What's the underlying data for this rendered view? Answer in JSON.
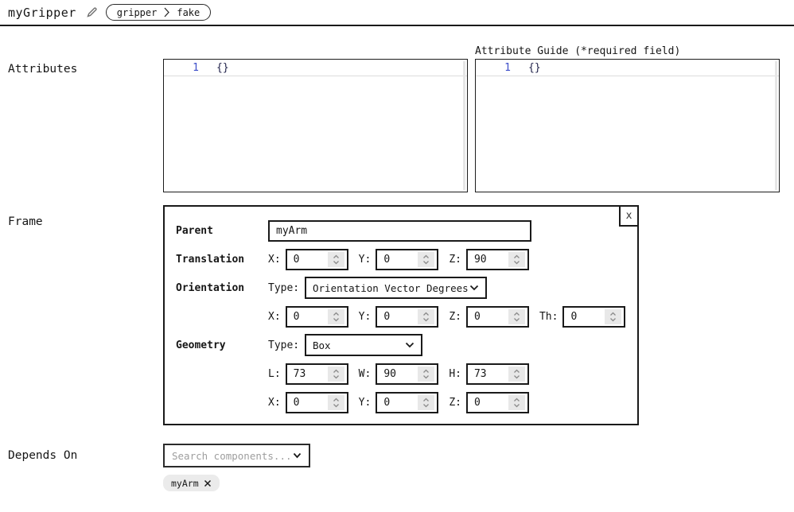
{
  "header": {
    "title": "myGripper",
    "badge_type": "gripper",
    "badge_model": "fake"
  },
  "attributes": {
    "label": "Attributes",
    "guide_label": "Attribute Guide (*required field)",
    "editor": {
      "line_number": "1",
      "content": "{}"
    },
    "guide_editor": {
      "line_number": "1",
      "content": "{}"
    }
  },
  "frame": {
    "label": "Frame",
    "close_label": "x",
    "parent": {
      "label": "Parent",
      "value": "myArm"
    },
    "translation": {
      "label": "Translation",
      "fields": [
        {
          "axis": "X:",
          "value": "0"
        },
        {
          "axis": "Y:",
          "value": "0"
        },
        {
          "axis": "Z:",
          "value": "90"
        }
      ]
    },
    "orientation": {
      "label": "Orientation",
      "type_label": "Type:",
      "type_value": "Orientation Vector Degrees",
      "fields": [
        {
          "axis": "X:",
          "value": "0"
        },
        {
          "axis": "Y:",
          "value": "0"
        },
        {
          "axis": "Z:",
          "value": "0"
        },
        {
          "axis": "Th:",
          "value": "0"
        }
      ]
    },
    "geometry": {
      "label": "Geometry",
      "type_label": "Type:",
      "type_value": "Box",
      "dims": [
        {
          "axis": "L:",
          "value": "73"
        },
        {
          "axis": "W:",
          "value": "90"
        },
        {
          "axis": "H:",
          "value": "73"
        }
      ],
      "offsets": [
        {
          "axis": "X:",
          "value": "0"
        },
        {
          "axis": "Y:",
          "value": "0"
        },
        {
          "axis": "Z:",
          "value": "0"
        }
      ]
    }
  },
  "depends_on": {
    "label": "Depends On",
    "search_placeholder": "Search components...",
    "chip": "myArm"
  },
  "colors": {
    "border_dark": "#1a1a1a",
    "line_number_blue": "#3d4ec9",
    "stepper_bg": "#e8e8e8",
    "placeholder_gray": "#9e9e9e",
    "chip_bg": "#ebebeb"
  }
}
